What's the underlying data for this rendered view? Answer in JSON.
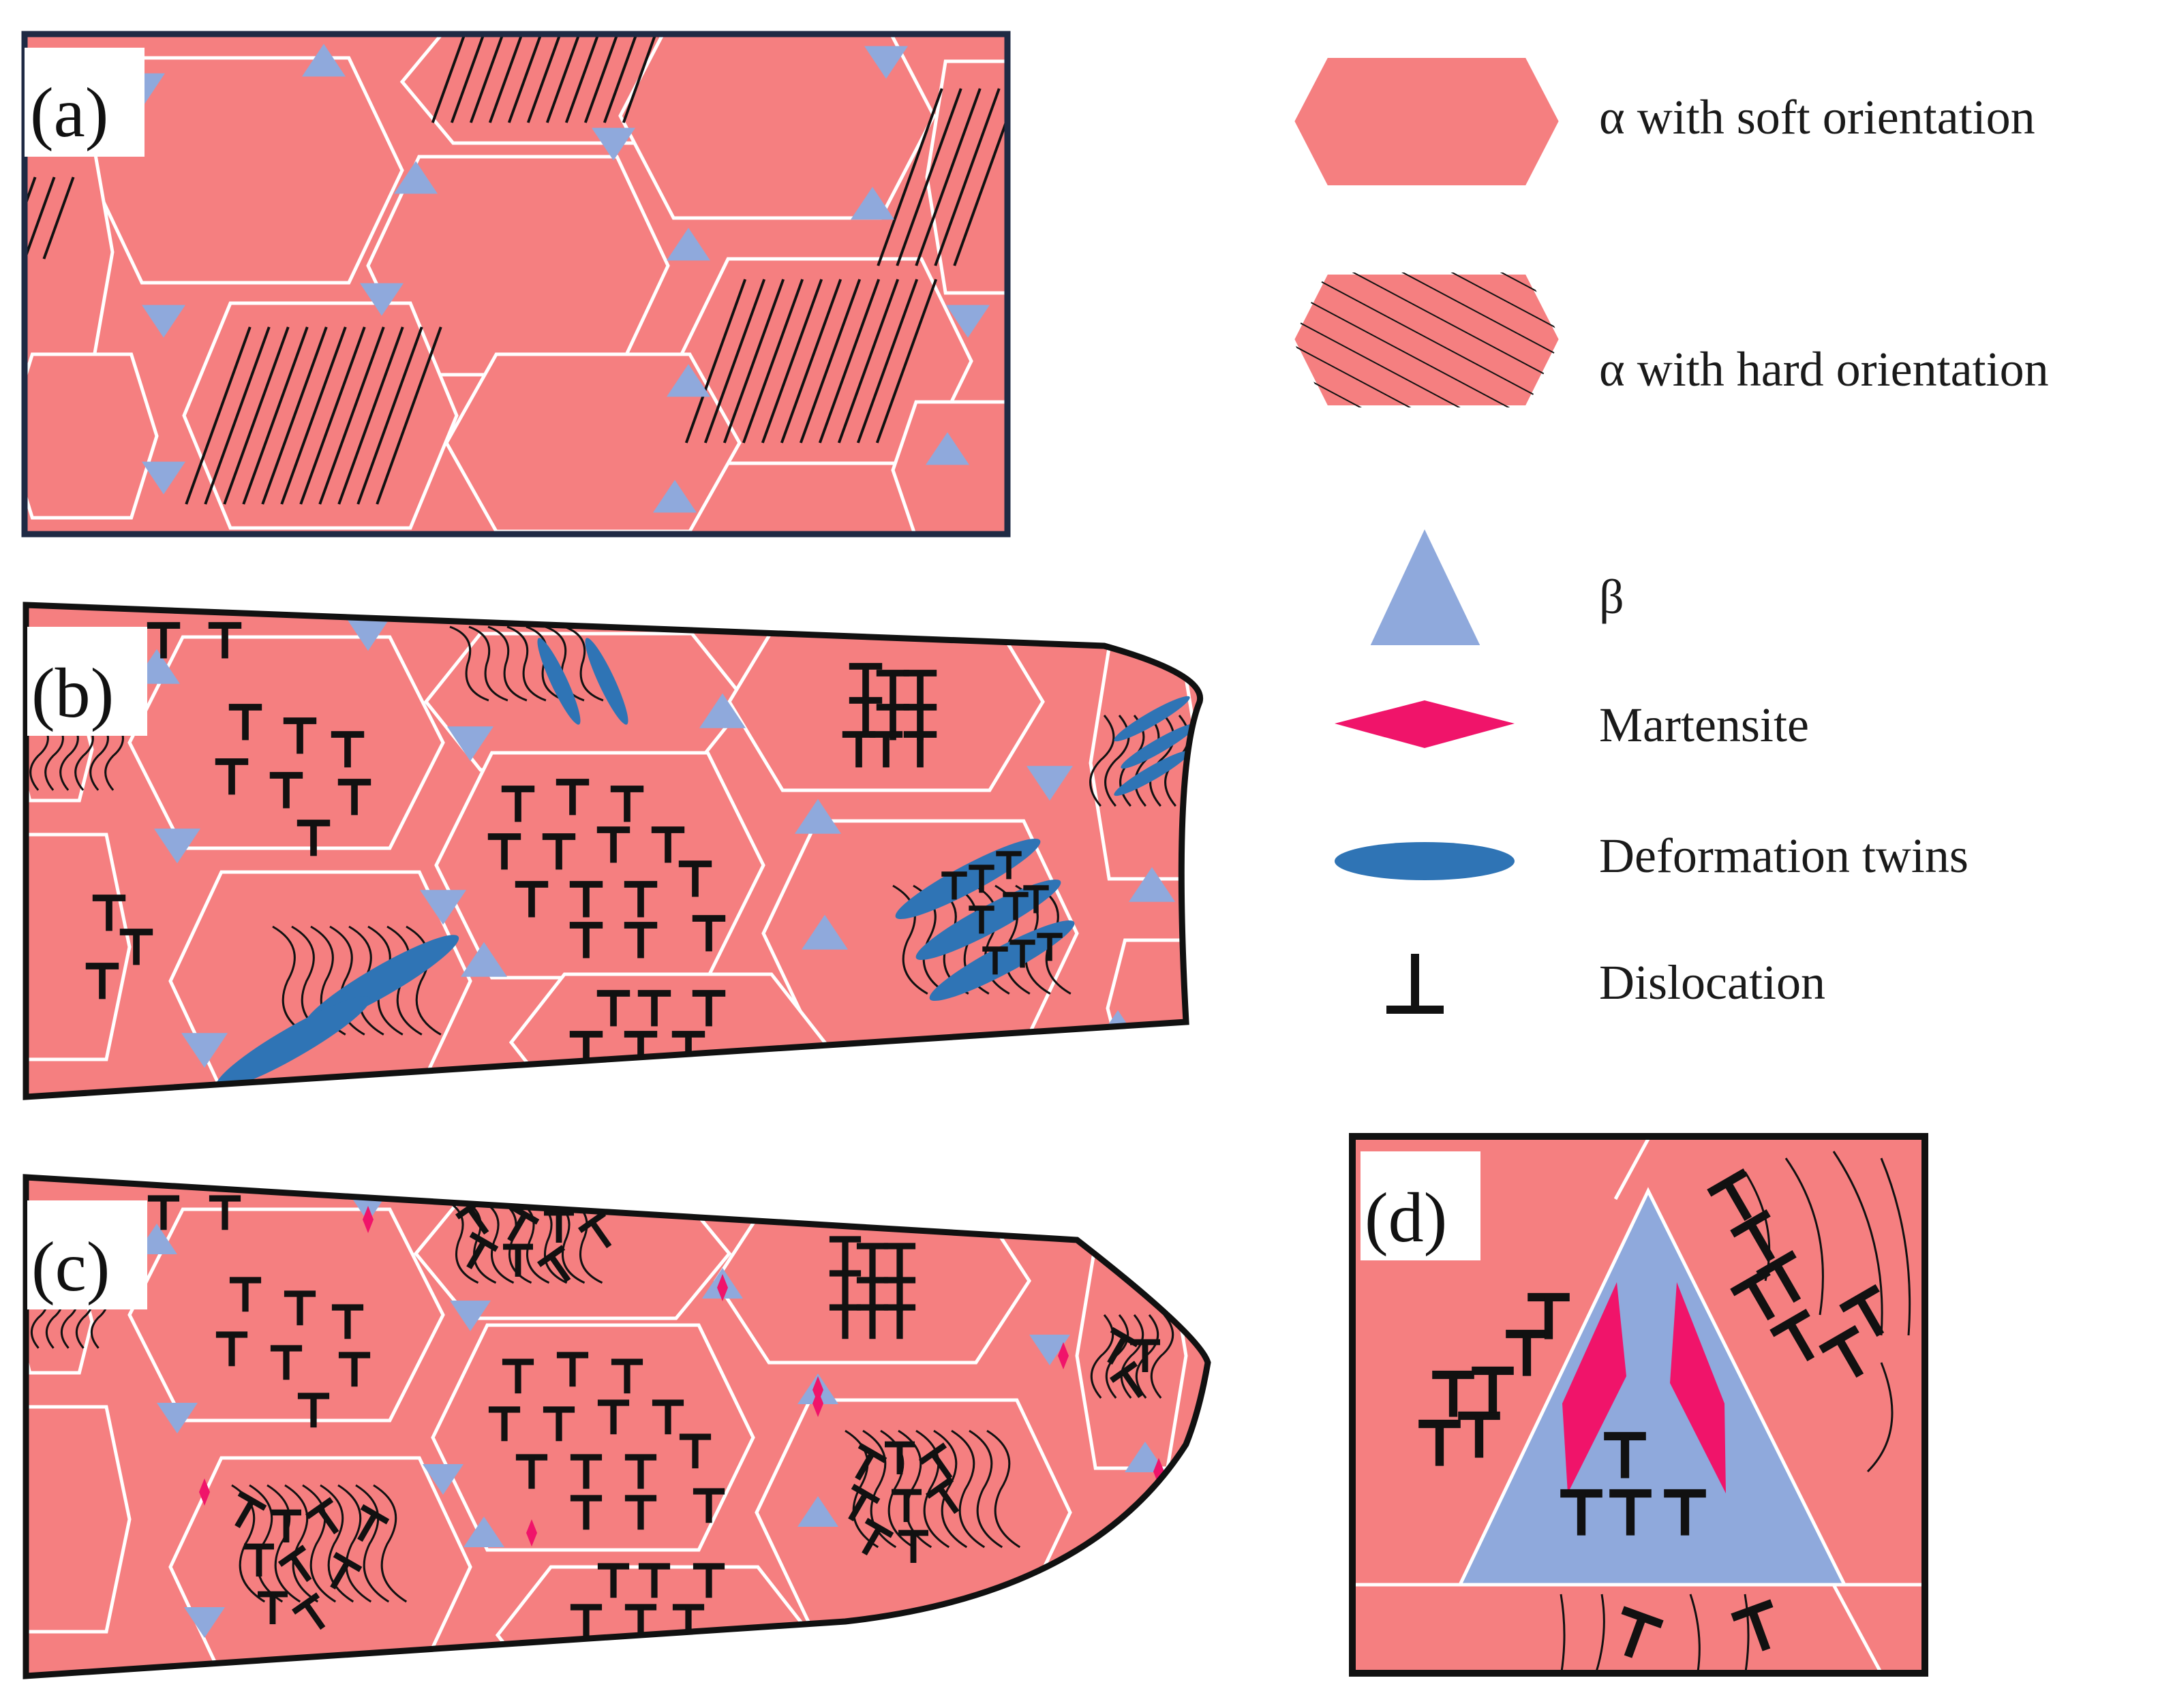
{
  "colors": {
    "alpha": "#f57f80",
    "beta": "#8fa9dc",
    "martensite": "#f0146a",
    "twin": "#2f74b5",
    "boundary": "#ffffff",
    "frame_a": "#1f2a44",
    "ink": "#111111"
  },
  "panels": {
    "a": {
      "label": "(a)"
    },
    "b": {
      "label": "(b)"
    },
    "c": {
      "label": "(c)"
    },
    "d": {
      "label": "(d)"
    }
  },
  "legend": {
    "items": [
      {
        "key": "alpha-soft",
        "icon": "hexagon-plain",
        "label": "α with soft orientation"
      },
      {
        "key": "alpha-hard",
        "icon": "hexagon-hatched",
        "label": "α with hard orientation"
      },
      {
        "key": "beta",
        "icon": "triangle",
        "label": "β"
      },
      {
        "key": "martensite",
        "icon": "rhombus",
        "label": "Martensite"
      },
      {
        "key": "twins",
        "icon": "ellipse",
        "label": "Deformation twins"
      },
      {
        "key": "dislocation",
        "icon": "perpendicular-symbol",
        "label": "Dislocation"
      }
    ]
  }
}
